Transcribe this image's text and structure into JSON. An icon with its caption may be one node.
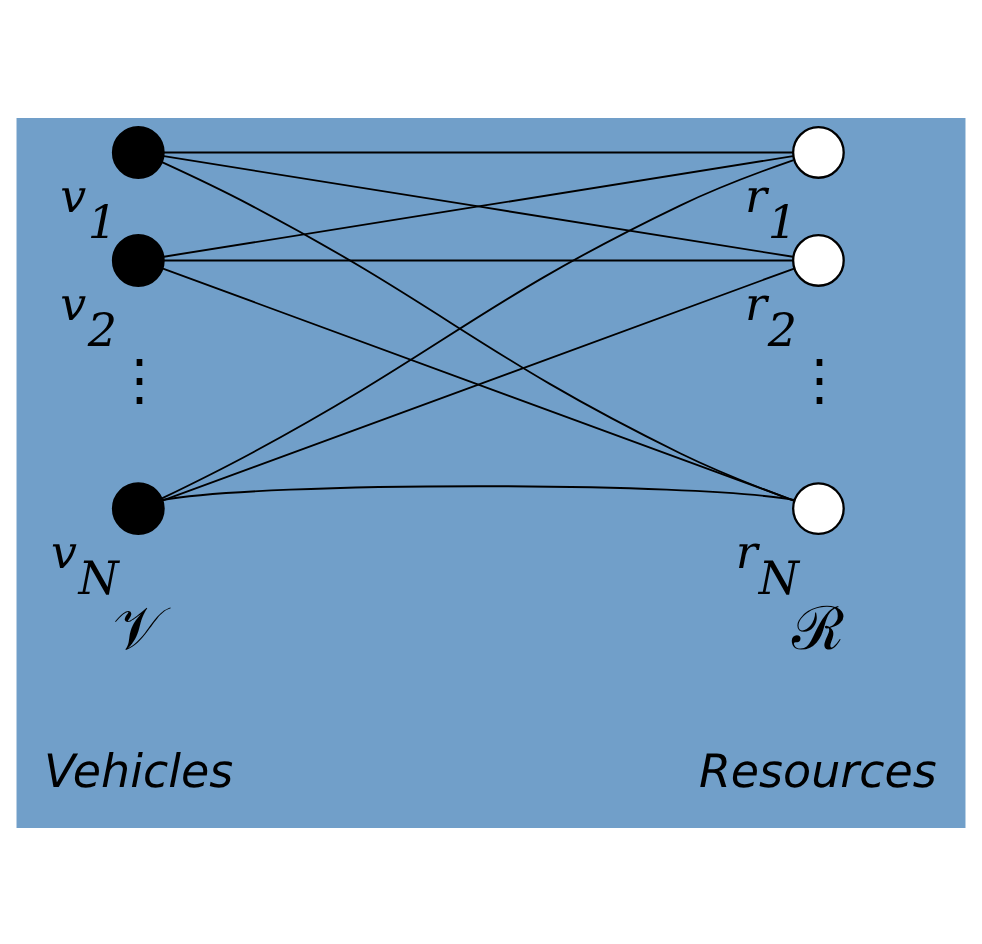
{
  "diagram": {
    "nodes": [
      {
        "text": [],
        "shape": "circle",
        "beside": [
          "v$_{1}$"
        ]
      },
      {
        "text": [],
        "shape": "circle",
        "beside": [
          "v$_{2}$"
        ]
      },
      {
        "text": [],
        "shape": "circle",
        "beside": [
          "v$_{N}$"
        ]
      },
      {
        "text": [],
        "shape": "circle",
        "beside": [
          "r$_{1}$"
        ]
      },
      {
        "text": [],
        "shape": "circle",
        "beside": [
          "r$_{2}$"
        ]
      },
      {
        "text": [],
        "shape": "circle",
        "beside": [
          "r$_{N}$"
        ]
      }
    ],
    "edges": [
      {
        "from": 0,
        "to": 3,
        "arrow": "none"
      },
      {
        "from": 0,
        "to": 4,
        "arrow": "none"
      },
      {
        "from": 0,
        "to": 5,
        "arrow": "none"
      },
      {
        "from": 1,
        "to": 3,
        "arrow": "none"
      },
      {
        "from": 1,
        "to": 4,
        "arrow": "none"
      },
      {
        "from": 1,
        "to": 5,
        "arrow": "none"
      },
      {
        "from": 2,
        "to": 3,
        "arrow": "none"
      },
      {
        "from": 2,
        "to": 4,
        "arrow": "none"
      },
      {
        "from": 2,
        "to": 5,
        "arrow": "none"
      }
    ],
    "labels": [
      "⋮",
      "⋮",
      "𝒱",
      "ℛ",
      "Vehicles",
      "Resources"
    ]
  }
}
